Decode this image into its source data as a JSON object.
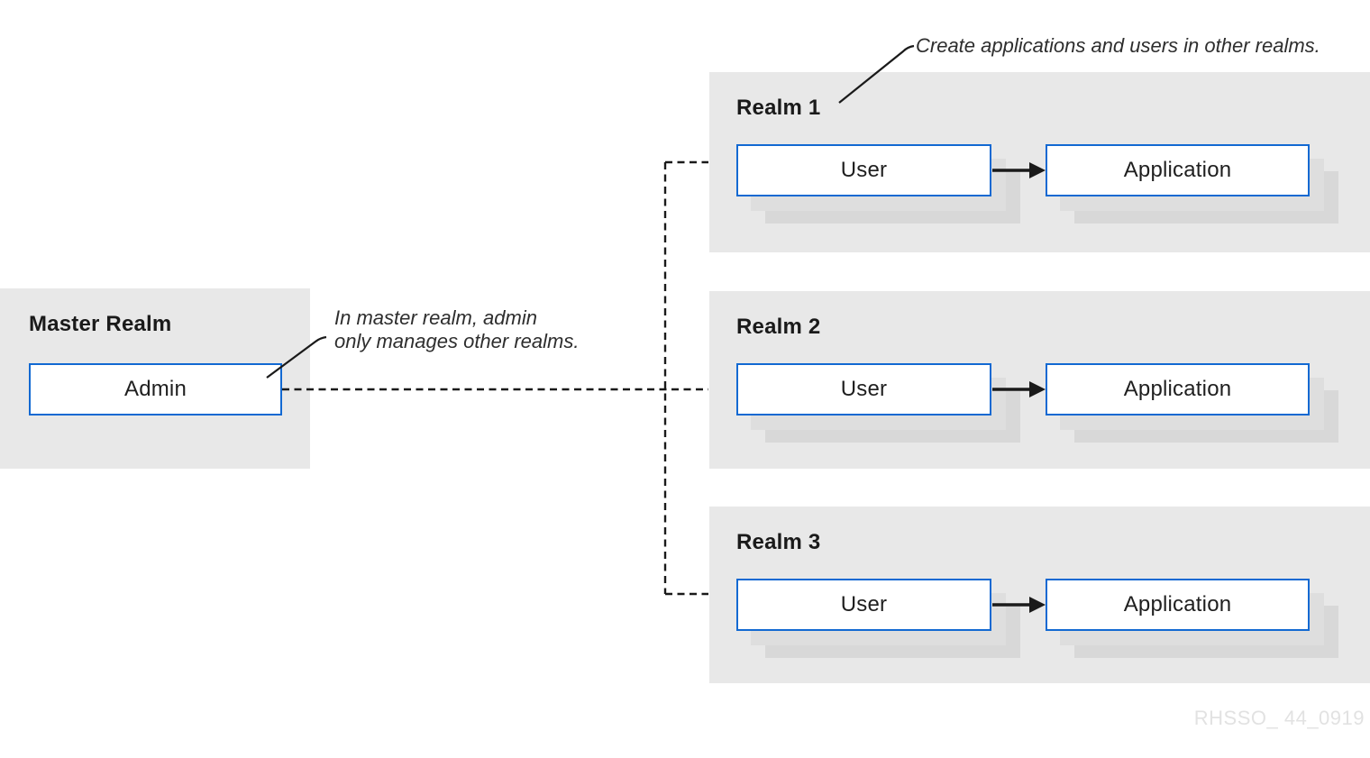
{
  "diagram": {
    "master": {
      "title": "Master Realm",
      "admin_label": "Admin"
    },
    "realms": [
      {
        "title": "Realm 1",
        "user_label": "User",
        "application_label": "Application"
      },
      {
        "title": "Realm 2",
        "user_label": "User",
        "application_label": "Application"
      },
      {
        "title": "Realm 3",
        "user_label": "User",
        "application_label": "Application"
      }
    ],
    "annotations": {
      "create_note": "Create applications and users in other realms.",
      "master_note_line1": "In master realm, admin",
      "master_note_line2": "only manages other realms."
    },
    "watermark": "RHSSO_ 44_0919",
    "colors": {
      "panel_bg": "#e8e8e8",
      "box_border_blue": "#1269d2",
      "box_fill": "#ffffff",
      "shadow_gray_near": "#dedede",
      "shadow_gray_far": "#d8d8d8",
      "line_black": "#1a1a1a",
      "title_text": "#1a1a1a",
      "annotation_text": "#2e2e2e",
      "watermark_gray": "#e2e2e2"
    }
  }
}
